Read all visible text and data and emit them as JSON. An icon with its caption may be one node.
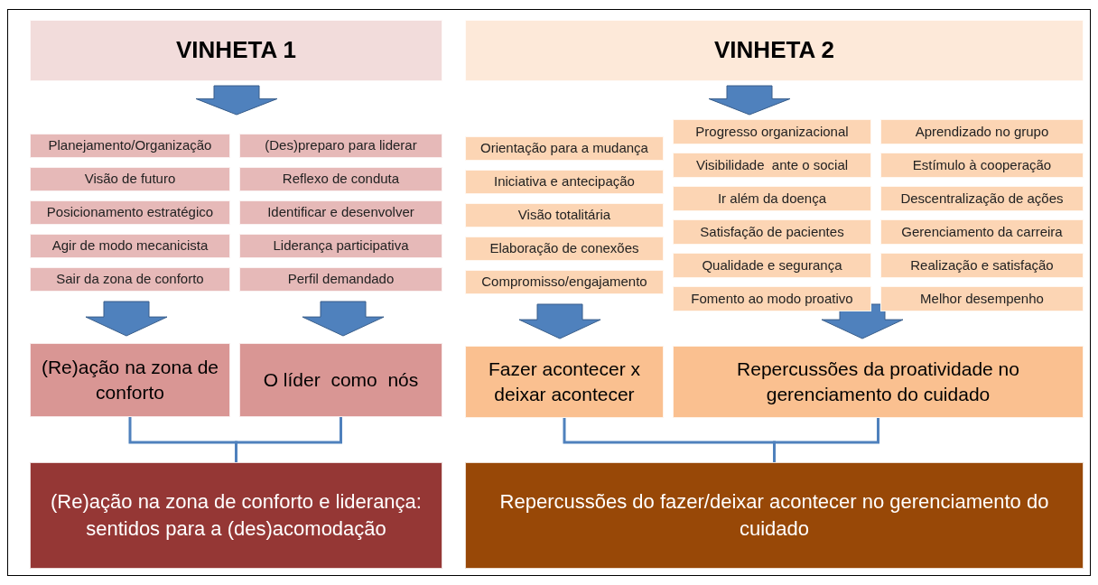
{
  "diagram": {
    "nodes": [
      {
        "text": [
          "VINHETA 1"
        ]
      },
      {
        "text": [
          "Planejamento/Organização"
        ]
      },
      {
        "text": [
          "Visão de futuro"
        ]
      },
      {
        "text": [
          "Posicionamento estratégico"
        ]
      },
      {
        "text": [
          "Agir de modo mecanicista"
        ]
      },
      {
        "text": [
          "Sair da zona de conforto"
        ]
      },
      {
        "text": [
          "(Des)preparo para liderar"
        ]
      },
      {
        "text": [
          "Reflexo de conduta"
        ]
      },
      {
        "text": [
          "Identificar e desenvolver"
        ]
      },
      {
        "text": [
          "Liderança participativa"
        ]
      },
      {
        "text": [
          "Perfil demandado"
        ]
      },
      {
        "text": [
          "VINHETA 2"
        ]
      },
      {
        "text": [
          "Orientação para a mudança"
        ]
      },
      {
        "text": [
          "Iniciativa e antecipação"
        ]
      },
      {
        "text": [
          "Visão totalitária"
        ]
      },
      {
        "text": [
          "Elaboração de conexões"
        ]
      },
      {
        "text": [
          "Compromisso/engajamento"
        ]
      },
      {
        "text": [
          "Progresso organizacional"
        ]
      },
      {
        "text": [
          "Visibilidade  ante o social"
        ]
      },
      {
        "text": [
          "Ir além da doença"
        ]
      },
      {
        "text": [
          "Satisfação de pacientes"
        ]
      },
      {
        "text": [
          "Qualidade e segurança"
        ]
      },
      {
        "text": [
          "Fomento ao modo proativo"
        ]
      },
      {
        "text": [
          "Aprendizado no grupo"
        ]
      },
      {
        "text": [
          "Estímulo à cooperação"
        ]
      },
      {
        "text": [
          "Descentralização de ações"
        ]
      },
      {
        "text": [
          "Gerenciamento da carreira"
        ]
      },
      {
        "text": [
          "Realização e satisfação"
        ]
      },
      {
        "text": [
          "Melhor desempenho"
        ]
      },
      {
        "text": [
          "(Re)ação na zona de conforto"
        ]
      },
      {
        "text": [
          "O líder  como  nós"
        ]
      },
      {
        "text": [
          "Fazer acontecer x deixar acontecer"
        ]
      },
      {
        "text": [
          "Repercussões da proatividade no gerenciamento do cuidado"
        ]
      },
      {
        "text": [
          "(Re)ação na zona de conforto e liderança: sentidos para a (des)acomodação"
        ]
      },
      {
        "text": [
          "Repercussões do fazer/deixar acontecer no gerenciamento do cuidado"
        ]
      }
    ],
    "edges": [
      {
        "from": 0,
        "to": null,
        "arrow": "to"
      },
      {
        "from": 11,
        "to": null,
        "arrow": "to"
      },
      {
        "from": null,
        "to": 29,
        "arrow": "to"
      },
      {
        "from": null,
        "to": 30,
        "arrow": "to"
      },
      {
        "from": null,
        "to": 31,
        "arrow": "to"
      },
      {
        "from": null,
        "to": 32,
        "arrow": "to"
      },
      {
        "from": 29,
        "to": 33,
        "arrow": "none"
      },
      {
        "from": 30,
        "to": 33,
        "arrow": "none"
      },
      {
        "from": 31,
        "to": 34,
        "arrow": "none"
      },
      {
        "from": 32,
        "to": 34,
        "arrow": "none"
      }
    ]
  }
}
